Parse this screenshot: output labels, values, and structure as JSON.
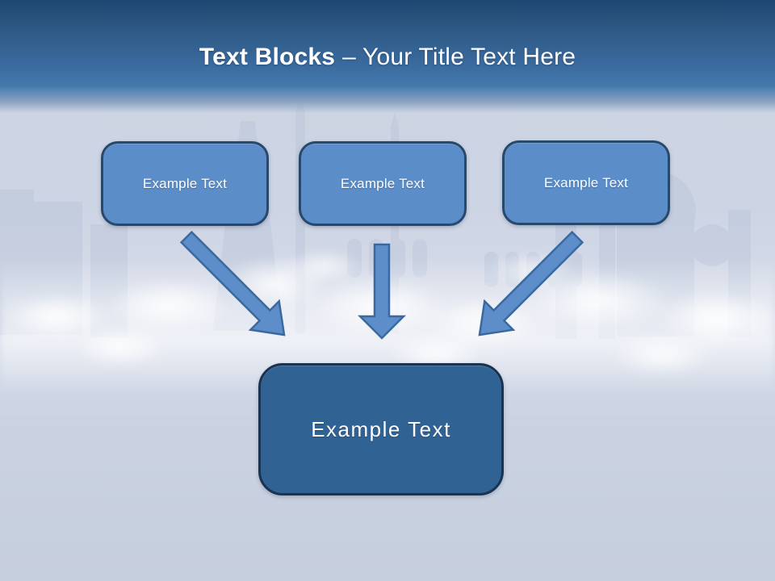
{
  "title": {
    "bold": "Text Blocks",
    "regular": "– Your Title Text Here"
  },
  "blocks": {
    "top": [
      {
        "label": "Example Text"
      },
      {
        "label": "Example Text"
      },
      {
        "label": "Example Text"
      }
    ],
    "bottom": {
      "label": "Example Text"
    }
  },
  "colors": {
    "header_top": "#1e4671",
    "header_bottom": "#4579ad",
    "background": "#ccd3e2",
    "title_text": "#ffffff",
    "box_fill": "#5b8dc9",
    "box_border": "#27496e",
    "box_text": "#ffffff",
    "bottom_fill": "#306294",
    "bottom_border": "#1a3350",
    "arrow_fill": "#5d8eca",
    "arrow_stroke": "#3a69a0",
    "skyline": "#b6c2d8"
  }
}
